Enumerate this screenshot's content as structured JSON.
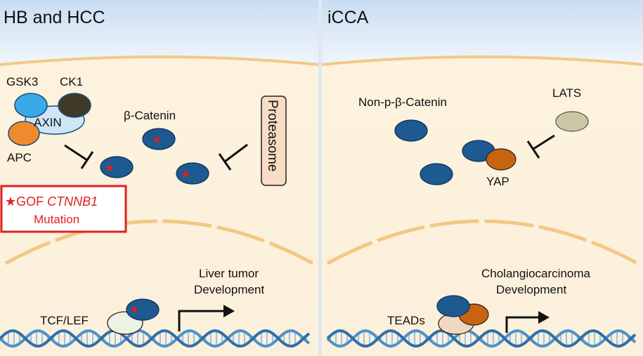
{
  "left_panel": {
    "title": "HB and HCC",
    "gsk3": "GSK3",
    "ck1": "CK1",
    "axin": "AXIN",
    "apc": "APC",
    "beta_catenin": "β-Catenin",
    "proteasome": "Proteasome",
    "mutation_prefix": "GOF ",
    "mutation_gene": "CTNNB1",
    "mutation_line2": "Mutation",
    "tcf_lef": "TCF/LEF",
    "outcome_line1": "Liver tumor",
    "outcome_line2": "Development"
  },
  "right_panel": {
    "title": "iCCA",
    "non_p_beta_catenin": "Non-p-β-Catenin",
    "lats": "LATS",
    "yap": "YAP",
    "teads": "TEADs",
    "outcome_line1": "Cholangiocarcinoma",
    "outcome_line2": "Development"
  },
  "colors": {
    "beta_catenin": "#1c5a91",
    "gsk3": "#3aaae6",
    "ck1": "#3f3a28",
    "apc": "#f08a2c",
    "axin": "#cfe6f7",
    "lats": "#c9c8a2",
    "yap": "#c8640f",
    "tead": "#f2d7c0",
    "tcf_lef": "#eef2e4",
    "mutation_red": "#e02020",
    "proteasome_fill": "#f8dcc3",
    "dna": "#4f91c8"
  }
}
